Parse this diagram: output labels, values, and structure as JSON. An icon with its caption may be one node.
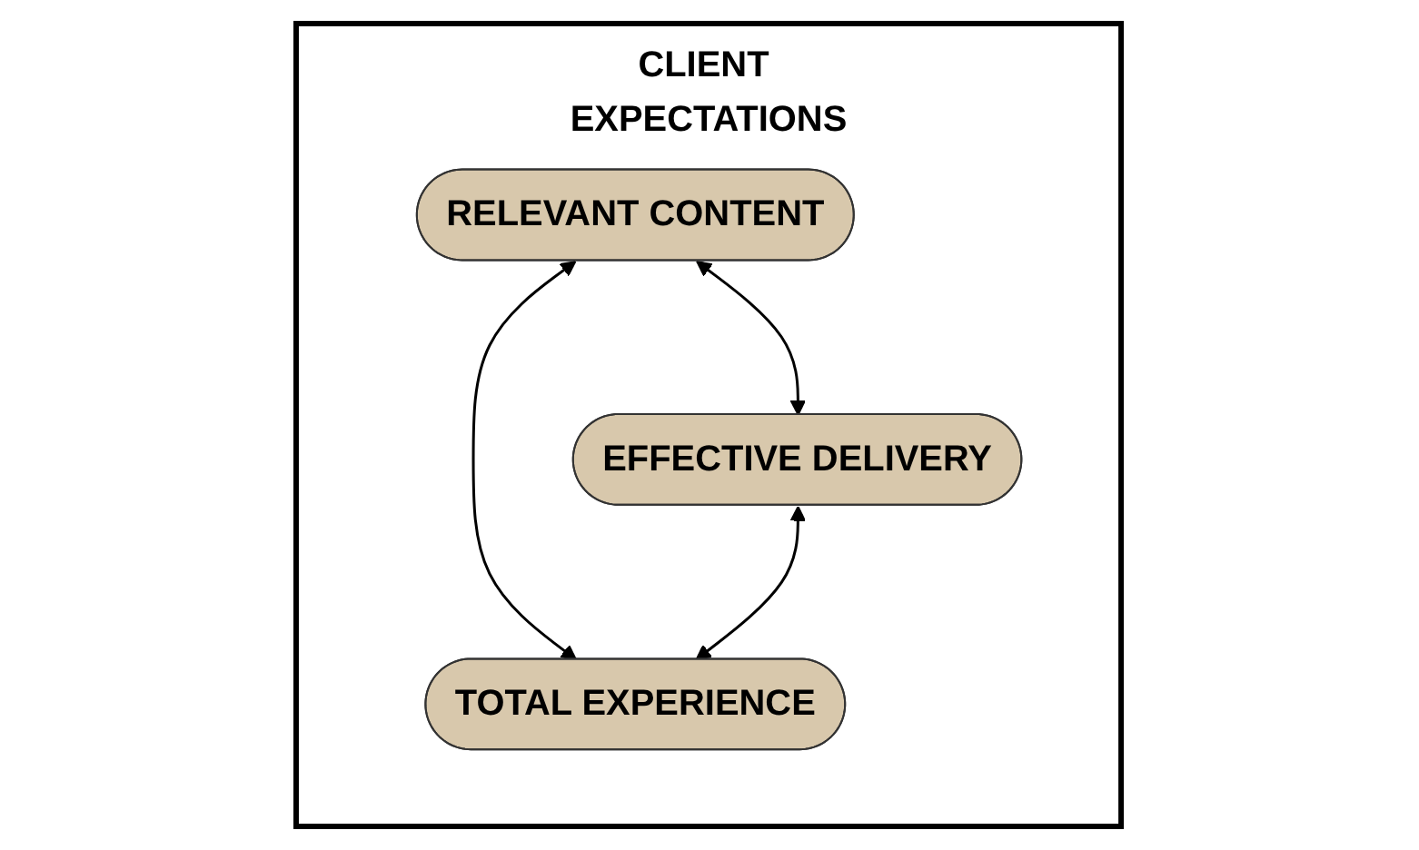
{
  "diagram": {
    "nodes": [
      {
        "text": [
          "CLIENT EXPECTATIONS"
        ]
      },
      {
        "text": [
          "RELEVANT CONTENT"
        ],
        "in": 0
      },
      {
        "text": [
          "EFFECTIVE DELIVERY"
        ],
        "in": 0
      },
      {
        "text": [
          "TOTAL EXPERIENCE"
        ],
        "in": 0
      }
    ],
    "edges": [
      {
        "from": 1,
        "to": 2,
        "arrow": "both"
      },
      {
        "from": 1,
        "to": 3,
        "arrow": "both"
      },
      {
        "from": 2,
        "to": 3,
        "arrow": "both"
      }
    ]
  }
}
